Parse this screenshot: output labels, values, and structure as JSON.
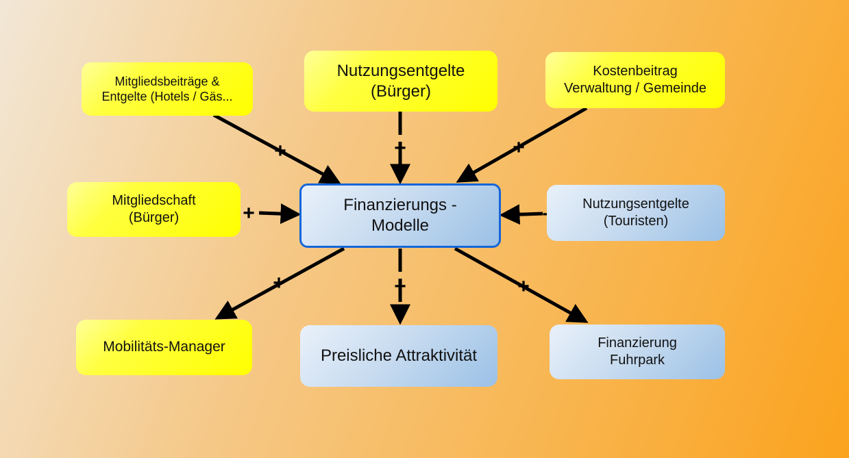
{
  "center": {
    "label": "Finanzierungs -\nModelle",
    "color": "#1565d8"
  },
  "nodes": {
    "mitgliedsbeitraege": "Mitgliedsbeiträge &\nEntgelte (Hotels / Gäs...",
    "nutzungsentgelte_buerger": "Nutzungsentgelte\n(Bürger)",
    "kostenbeitrag": "Kostenbeitrag\nVerwaltung / Gemeinde",
    "mitgliedschaft": "Mitgliedschaft\n(Bürger)",
    "nutzungsentgelte_touristen": "Nutzungsentgelte\n(Touristen)",
    "mobilitaets_manager": "Mobilitäts-Manager",
    "preisliche_attraktivitaet": "Preisliche Attraktivität",
    "finanzierung_fuhrpark": "Finanzierung\nFuhrpark"
  },
  "edges": [
    {
      "id": "edge-mitgliedsbeitraege",
      "label": "+"
    },
    {
      "id": "edge-nutzungsentgelte-buerger",
      "label": "+"
    },
    {
      "id": "edge-kostenbeitrag",
      "label": "+"
    },
    {
      "id": "edge-mitgliedschaft",
      "label": "+"
    },
    {
      "id": "edge-nutzungsentgelte-touristen",
      "label": "+"
    },
    {
      "id": "edge-mobilitaets-manager",
      "label": "+"
    },
    {
      "id": "edge-preisliche-attraktivitaet",
      "label": "+"
    },
    {
      "id": "edge-finanzierung-fuhrpark",
      "label": "+"
    }
  ],
  "colors": {
    "yellow_node": "#ffff00",
    "blue_node": "#9bc1e6",
    "arrow": "#000000"
  }
}
